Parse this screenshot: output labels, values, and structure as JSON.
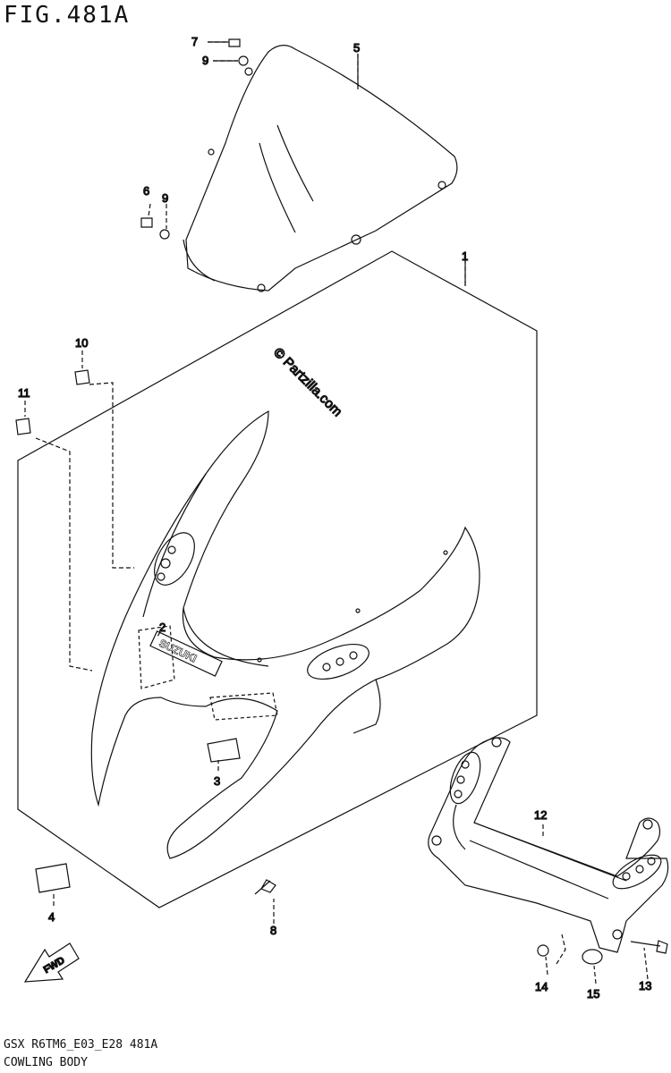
{
  "figure": {
    "title": "FIG.481A",
    "model_code": "GSX R6TM6_E03_E28 481A",
    "subtitle": "COWLING BODY"
  },
  "watermark": "© Partzilla.com",
  "badge": "SUZUKI",
  "fwd_label": "FWD",
  "callouts": {
    "c1": "1",
    "c2": "2",
    "c3": "3",
    "c4": "4",
    "c5": "5",
    "c6": "6",
    "c7": "7",
    "c8": "8",
    "c9a": "9",
    "c9b": "9",
    "c10": "10",
    "c11": "11",
    "c12": "12",
    "c13": "13",
    "c14": "14",
    "c15": "15"
  }
}
